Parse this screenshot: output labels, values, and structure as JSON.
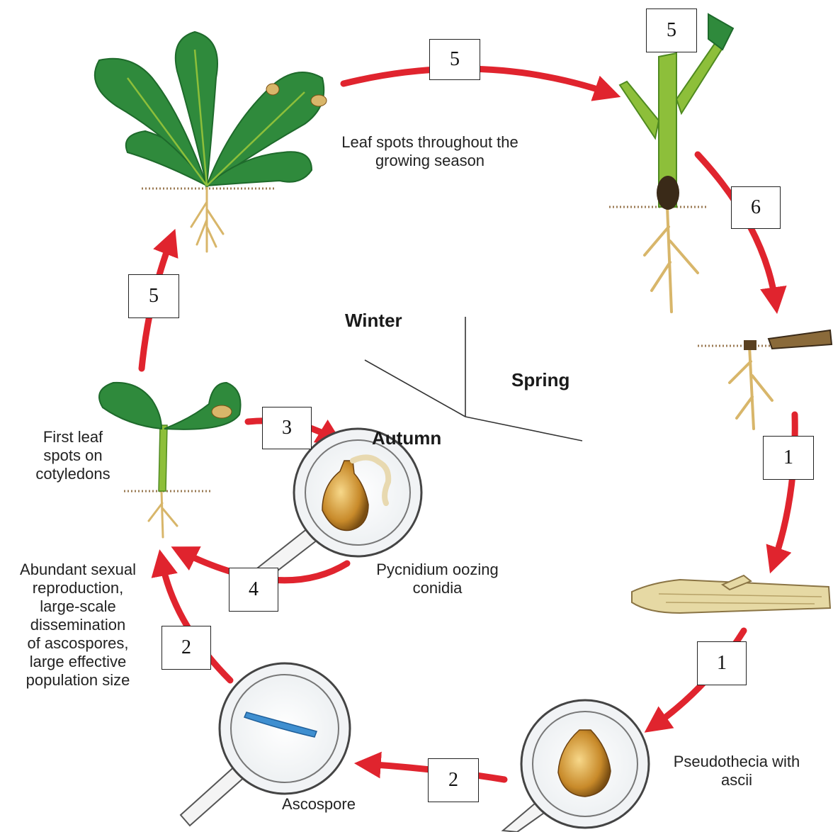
{
  "diagram": {
    "colors": {
      "arrow": "#e0242e",
      "leaf": "#2f8a3c",
      "leaf_dark": "#1e6a2b",
      "stem": "#8dbf3a",
      "root": "#d8b66a",
      "stubble": "#e6d9a4",
      "spore": "#3f8fd0",
      "fruitbody": "#c88a2a"
    },
    "labels": {
      "leaf_spots_season": [
        "Leaf spots throughout the",
        "growing season"
      ],
      "first_leaf_spots": [
        "First leaf",
        "spots on",
        "cotyledons"
      ],
      "abundant": [
        "Abundant sexual",
        "reproduction,",
        "large-scale",
        "dissemination",
        "of ascospores,",
        "large effective",
        "population size"
      ],
      "pycnidium": [
        "Pycnidium oozing",
        "conidia"
      ],
      "pseudothecia": [
        "Pseudothecia with",
        "ascii"
      ],
      "ascospore": "Ascospore"
    },
    "seasons": {
      "winter": "Winter",
      "spring": "Spring",
      "autumn": "Autumn"
    },
    "steps": [
      "5",
      "5",
      "6",
      "1",
      "1",
      "2",
      "2",
      "5",
      "3",
      "4"
    ]
  }
}
